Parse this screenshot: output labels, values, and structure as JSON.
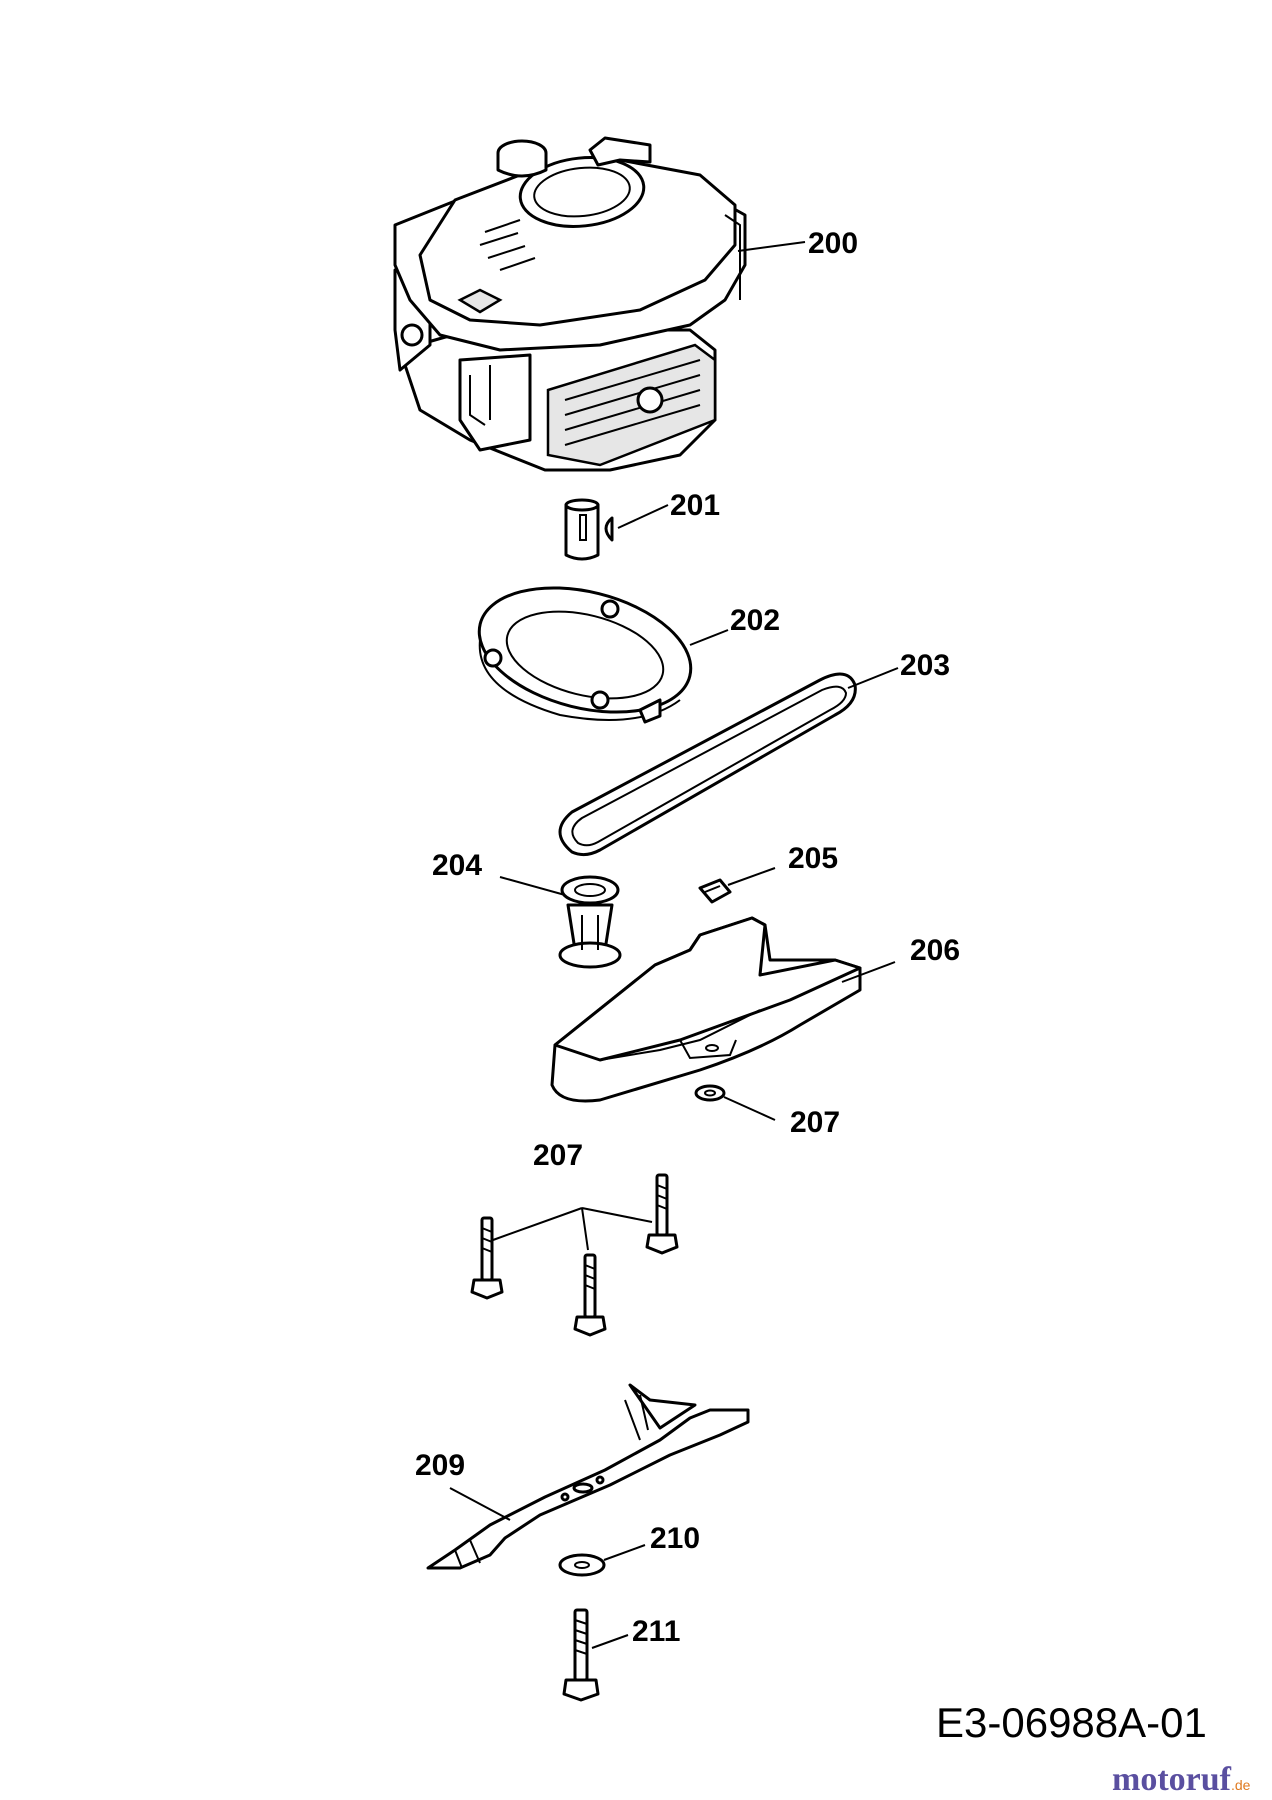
{
  "parts": [
    {
      "number": "200",
      "part": "engine"
    },
    {
      "number": "201",
      "part": "shaft-key"
    },
    {
      "number": "202",
      "part": "adapter-ring"
    },
    {
      "number": "203",
      "part": "drive-belt"
    },
    {
      "number": "204",
      "part": "blade-adapter"
    },
    {
      "number": "205",
      "part": "clip"
    },
    {
      "number": "206",
      "part": "belt-guard"
    },
    {
      "number": "207",
      "part": "washer"
    },
    {
      "number": "207",
      "part": "bolts"
    },
    {
      "number": "209",
      "part": "blade"
    },
    {
      "number": "210",
      "part": "blade-washer"
    },
    {
      "number": "211",
      "part": "blade-bolt"
    }
  ],
  "drawing_code": "E3-06988A-01",
  "watermark": {
    "brand": "motoruf",
    "suffix": ".de",
    "brand_color": "#5a4fa0",
    "suffix_color": "#e07a1f"
  }
}
